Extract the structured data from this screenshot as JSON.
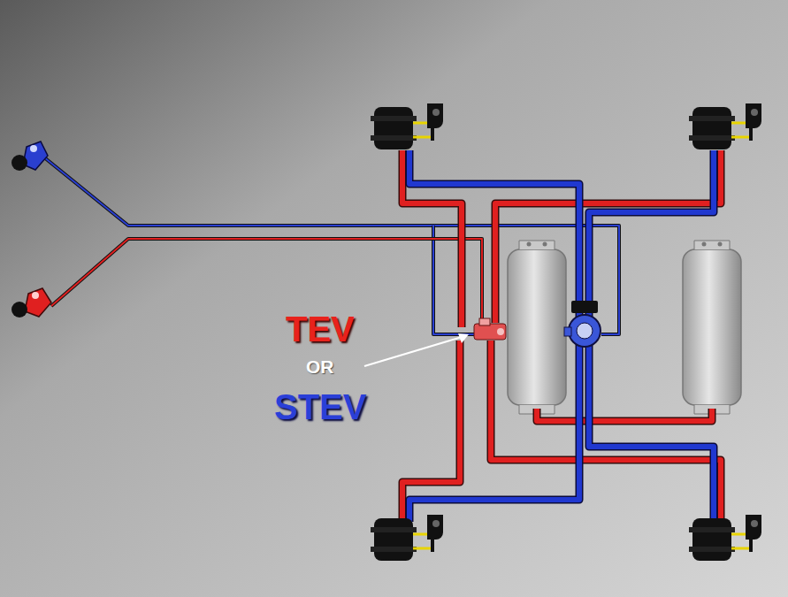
{
  "diagram": {
    "labels": [
      "TEV",
      "OR",
      "STEV"
    ]
  }
}
